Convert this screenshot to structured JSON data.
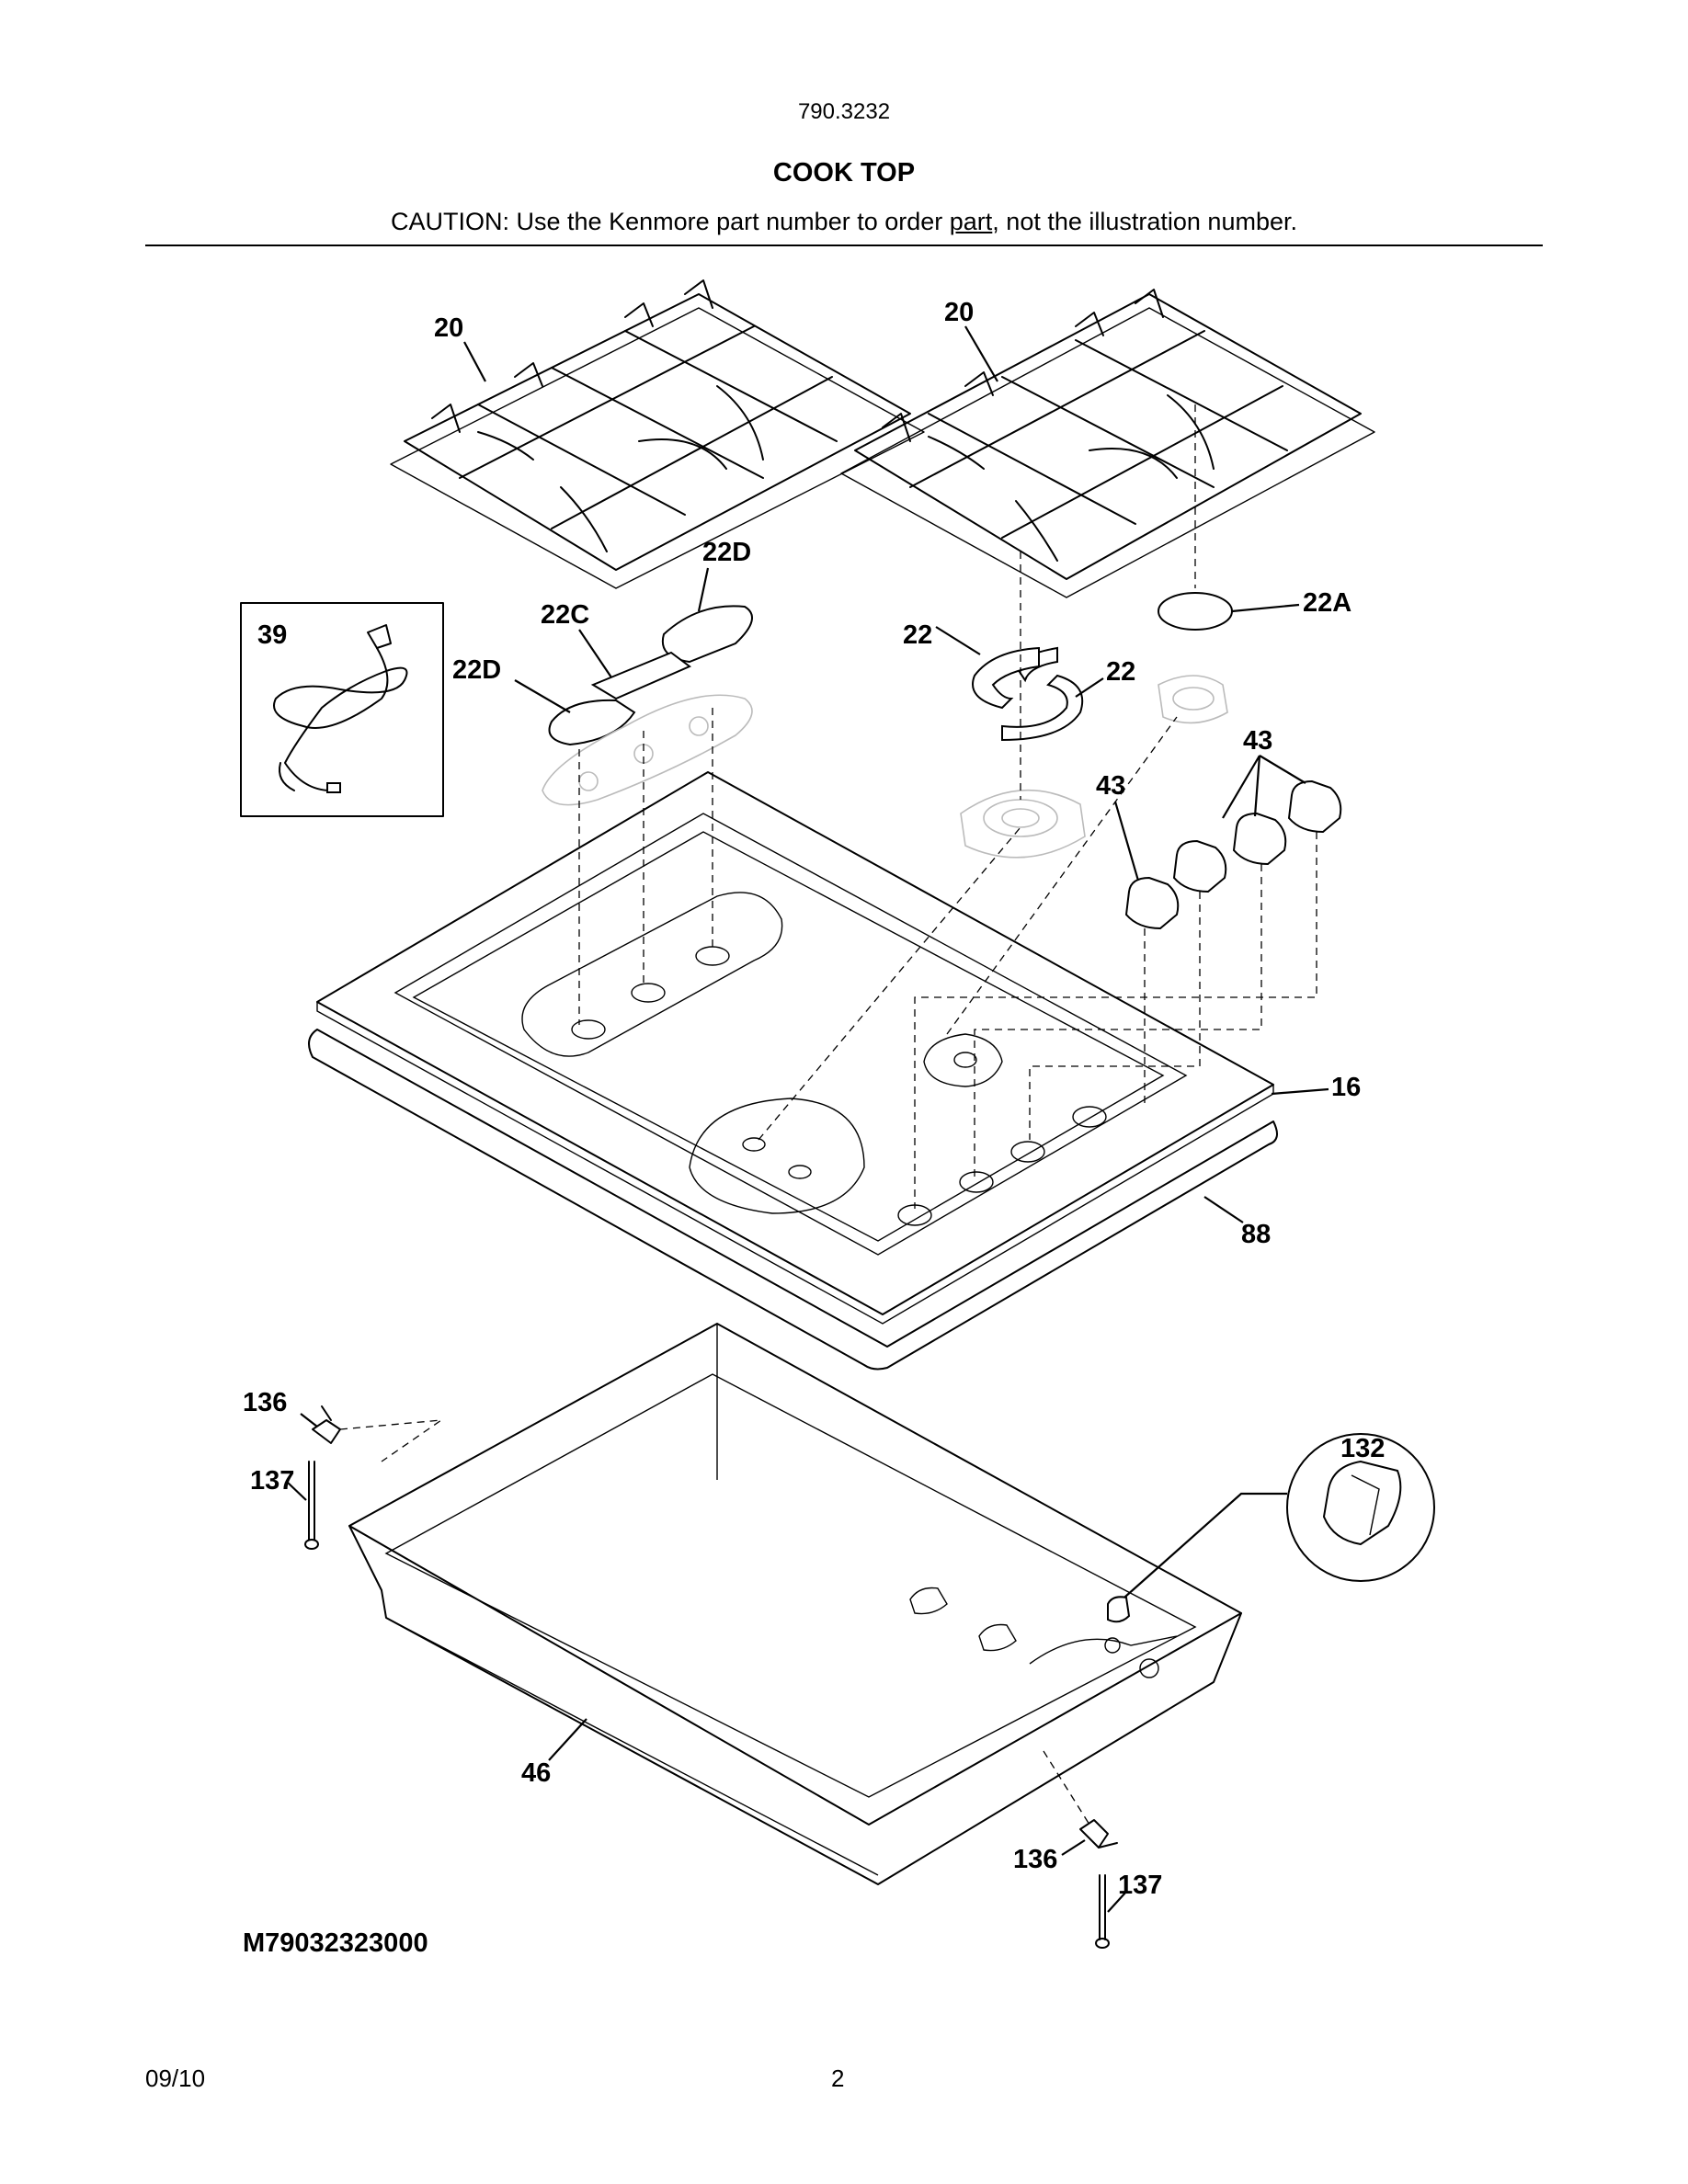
{
  "header": {
    "model_number": "790.3232",
    "title": "COOK TOP",
    "caution_before": "CAUTION: Use the Kenmore part number to order ",
    "caution_underlined": "part",
    "caution_after": ", not the illustration number."
  },
  "callouts": {
    "grate_left": "20",
    "grate_right": "20",
    "burner_cap_22d_top": "22D",
    "burner_cap_22c": "22C",
    "burner_cap_22d_left": "22D",
    "power_cord": "39",
    "burner_cap_22a": "22A",
    "burner_ring_22_left": "22",
    "burner_ring_22_right": "22",
    "knobs_43_group": "43",
    "knob_43_single": "43",
    "cooktop": "16",
    "gasket": "88",
    "bracket_136_left": "136",
    "screw_137_left": "137",
    "spark_module_132": "132",
    "burner_box_46": "46",
    "bracket_136_right": "136",
    "screw_137_right": "137"
  },
  "diagram_code": "M79032323000",
  "footer": {
    "date": "09/10",
    "page_number": "2"
  }
}
